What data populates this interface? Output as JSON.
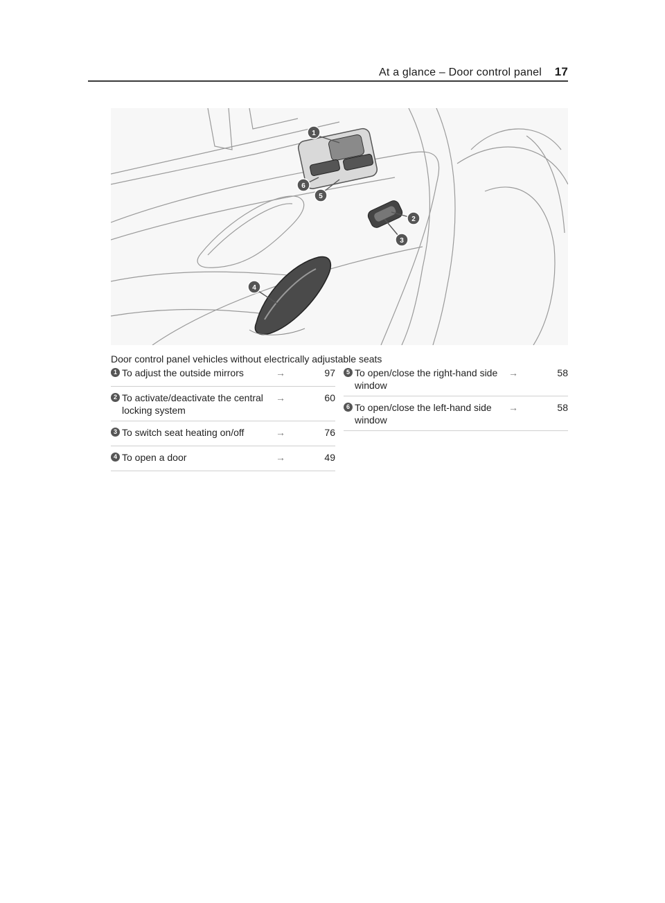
{
  "header": {
    "title": "At a glance – Door control panel",
    "page_number": "17"
  },
  "figure": {
    "callouts": [
      "1",
      "2",
      "3",
      "4",
      "5",
      "6"
    ]
  },
  "caption": "Door control panel vehicles without electrically adjustable seats",
  "items_left": [
    {
      "num": "1",
      "text": "To adjust the outside mirrors",
      "arrow": "→",
      "page": "97"
    },
    {
      "num": "2",
      "text": "To activate/deactivate the central locking system",
      "arrow": "→",
      "page": "60"
    },
    {
      "num": "3",
      "text": "To switch seat heating on/off",
      "arrow": "→",
      "page": "76"
    },
    {
      "num": "4",
      "text": "To open a door",
      "arrow": "→",
      "page": "49"
    }
  ],
  "items_right": [
    {
      "num": "5",
      "text": "To open/close the right-hand side window",
      "arrow": "→",
      "page": "58"
    },
    {
      "num": "6",
      "text": "To open/close the left-hand side window",
      "arrow": "→",
      "page": "58"
    }
  ]
}
